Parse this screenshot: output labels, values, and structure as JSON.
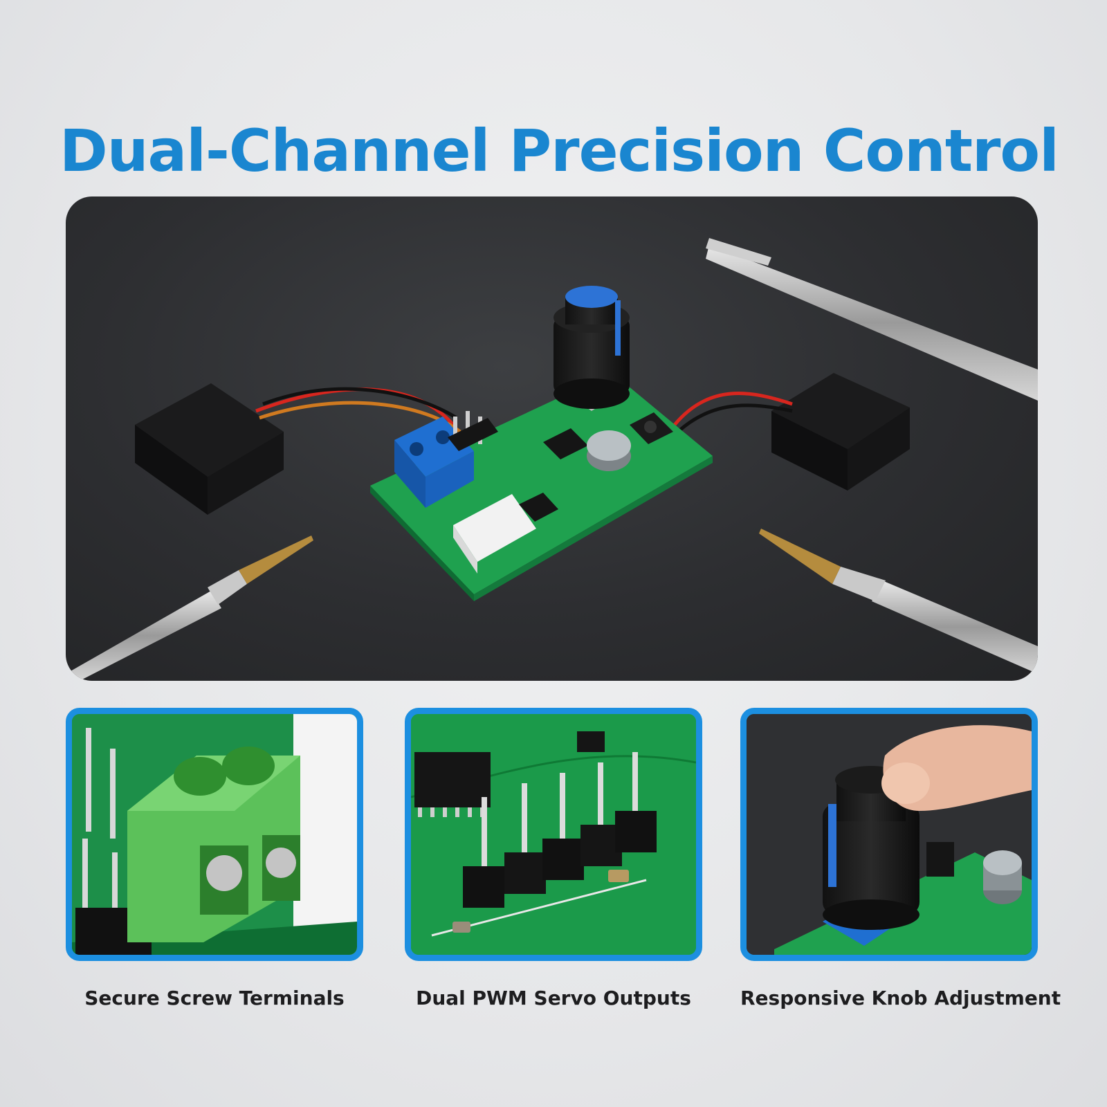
{
  "title": "Dual-Channel Precision Control",
  "colors": {
    "title": "#1a86d0",
    "panel_border": "#1c8fe0",
    "pcb_green": "#1fa14f",
    "terminal_blue": "#1f6fd1",
    "terminal_green": "#5cc15a",
    "background": "#e6e7e9"
  },
  "hero": {
    "subject": "servo-driver-pcb-icon"
  },
  "features": [
    {
      "caption": "Secure Screw Terminals",
      "icon": "screw-terminal-icon"
    },
    {
      "caption": "Dual PWM Servo Outputs",
      "icon": "pin-header-icon"
    },
    {
      "caption": "Responsive Knob Adjustment",
      "icon": "knob-icon"
    }
  ]
}
